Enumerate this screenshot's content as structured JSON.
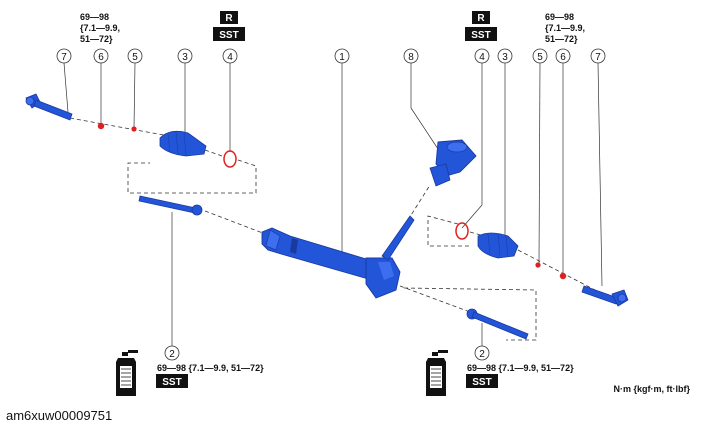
{
  "callouts": {
    "c1": "1",
    "c2a": "2",
    "c2b": "2",
    "c3a": "3",
    "c3b": "3",
    "c4a": "4",
    "c4b": "4",
    "c5a": "5",
    "c5b": "5",
    "c6a": "6",
    "c6b": "6",
    "c7a": "7",
    "c7b": "7",
    "c8": "8"
  },
  "badges": {
    "r": "R",
    "sst": "SST"
  },
  "torque": {
    "left_top_line1": "69—98",
    "left_top_line2": "{7.1—9.9,",
    "left_top_line3": "51—72}",
    "right_top_line1": "69—98",
    "right_top_line2": "{7.1—9.9,",
    "right_top_line3": "51—72}",
    "bottom_left": "69—98 {7.1—9.9, 51—72}",
    "bottom_right": "69—98 {7.1—9.9, 51—72}"
  },
  "units": "N·m {kgf·m, ft·lbf}",
  "caption": "am6xuw00009751",
  "colors": {
    "part_blue": "#2255d8",
    "part_blue_dark": "#1a3aa0",
    "nut_red": "#e02020",
    "badge_black": "#111111"
  }
}
